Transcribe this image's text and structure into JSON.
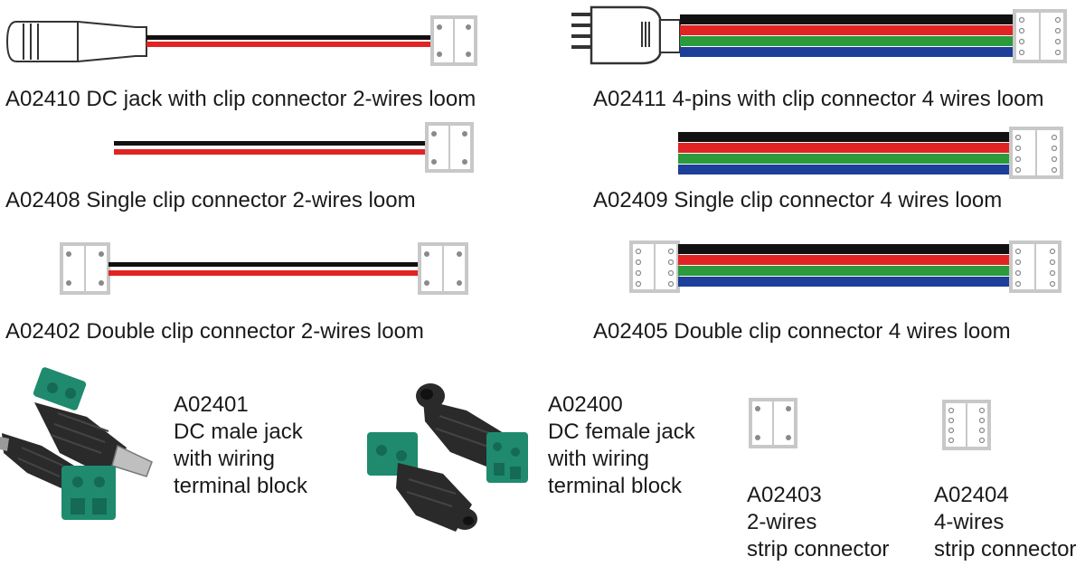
{
  "products": {
    "a02410": {
      "label": "A02410 DC jack with clip connector 2-wires loom"
    },
    "a02411": {
      "label": "A02411 4-pins with clip connector 4 wires loom"
    },
    "a02408": {
      "label": "A02408 Single clip connector 2-wires loom"
    },
    "a02409": {
      "label": "A02409 Single clip connector 4 wires loom"
    },
    "a02402": {
      "label": "A02402 Double clip connector 2-wires loom"
    },
    "a02405": {
      "label": "A02405 Double clip connector 4 wires loom"
    },
    "a02401": {
      "lines": [
        "A02401",
        "DC male jack",
        "with wiring",
        "terminal block"
      ]
    },
    "a02400": {
      "lines": [
        "A02400",
        "DC female jack",
        "with wiring",
        "terminal block"
      ]
    },
    "a02403": {
      "lines": [
        "A02403",
        "2-wires",
        "strip connector"
      ]
    },
    "a02404": {
      "lines": [
        "A02404",
        "4-wires",
        "strip connector"
      ]
    }
  },
  "colors": {
    "wire_black": "#111111",
    "wire_red": "#e02424",
    "wire_green": "#2a9a3c",
    "wire_blue": "#1d3f9a",
    "clip_border": "#c8c8c8",
    "terminal_green": "#1f8a6e",
    "jack_body": "#2a2a2a"
  }
}
